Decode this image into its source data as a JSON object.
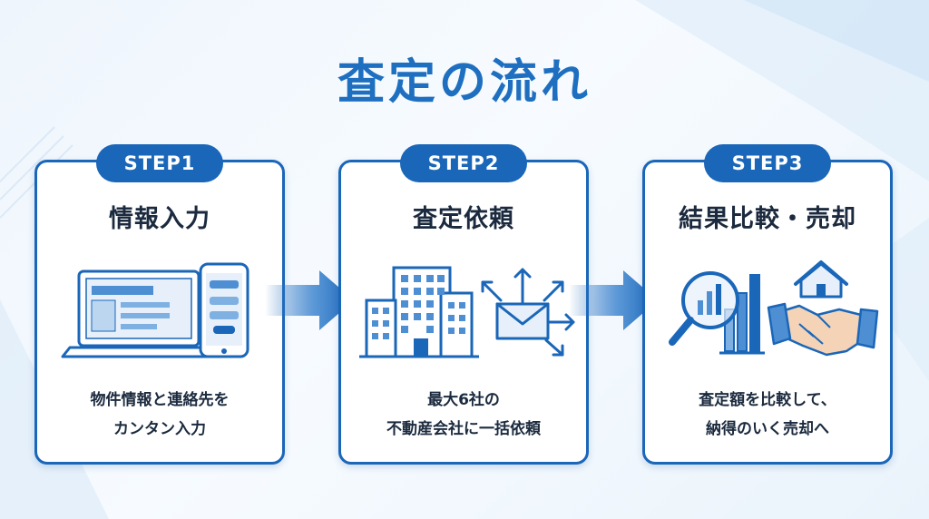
{
  "title": "査定の流れ",
  "steps": [
    {
      "step": "STEP1",
      "title": "情報入力",
      "desc": [
        "物件情報と連絡先を",
        "カンタン入力"
      ]
    },
    {
      "step": "STEP2",
      "title": "査定依頼",
      "desc": [
        "最大6社の",
        "不動産会社に一括依頼"
      ]
    },
    {
      "step": "STEP3",
      "title": "結果比較・売却",
      "desc": [
        "査定額を比較して、",
        "納得のいく売却へ"
      ]
    }
  ],
  "icons": {
    "step1": [
      "laptop-icon",
      "smartphone-icon"
    ],
    "step2": [
      "office-building-icon",
      "mail-send-icon"
    ],
    "step3": [
      "magnifier-chart-icon",
      "handshake-house-icon"
    ],
    "connector": "arrow-right-icon"
  },
  "colors": {
    "primary": "#1a66b8",
    "title": "#1e6fc0",
    "light": "#cfe2f6"
  }
}
